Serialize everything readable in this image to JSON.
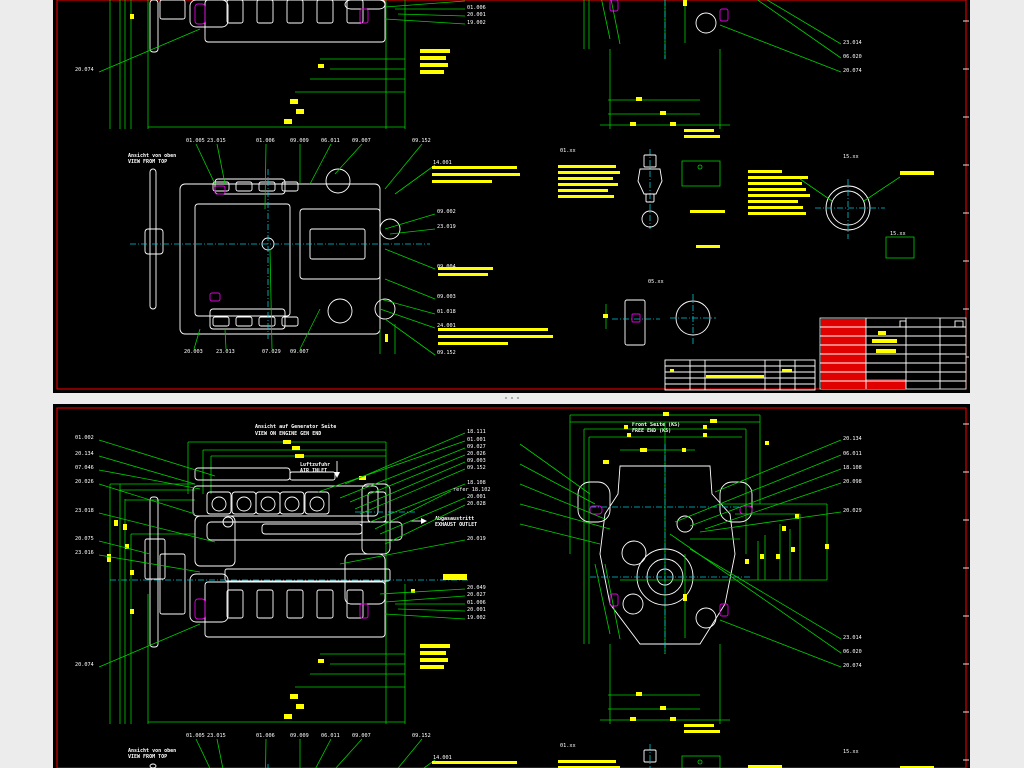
{
  "drawing": {
    "titles": {
      "side_view_de": "Ansicht auf Generator Seite",
      "side_view_en": "VIEW ON ENGINE GEN END",
      "front_view_de": "Front Seite (KS)",
      "front_view_en": "FREE END (KS)",
      "air_inlet_de": "Luftzufuhr",
      "air_inlet_en": "AIR INLET",
      "exhaust_de": "Abgasaustritt",
      "exhaust_en": "EXHAUST OUTLET",
      "top_view_de": "Ansicht von oben",
      "top_view_en": "VIEW FROM TOP"
    },
    "side_left_labels": [
      "01.002",
      "20.134",
      "07.046",
      "20.026",
      "23.018",
      "20.075",
      "23.016",
      "20.074"
    ],
    "side_right_labels": [
      "18.111",
      "01.001",
      "09.027",
      "20.026",
      "09.003",
      "09.152",
      "18.108",
      "refer 18.102",
      "20.001",
      "20.028",
      "20.019",
      "20.049",
      "20.027",
      "01.006",
      "20.001",
      "19.002"
    ],
    "front_right_labels": [
      "20.134",
      "06.011",
      "18.108",
      "20.098",
      "20.029",
      "23.014",
      "06.020",
      "20.074"
    ],
    "plan_top_labels": [
      "01.005",
      "23.015",
      "01.006",
      "09.009",
      "06.011",
      "09.007",
      "09.152"
    ],
    "plan_right_labels": [
      "14.001",
      "09.002",
      "23.019",
      "09.004",
      "09.003",
      "01.018",
      "24.001",
      "09.152"
    ],
    "plan_bottom_labels": [
      "20.003",
      "23.013",
      "07.029",
      "09.007"
    ],
    "detail_labels": [
      "01.xx",
      "05.xx",
      "15.xx",
      "15.xx"
    ]
  },
  "colors": {
    "background": "#000000",
    "frame": "#ff0000",
    "dimension": "#00d000",
    "outline": "#ffffff",
    "centerline": "#00c8d8",
    "note": "#ffff00",
    "page": "#ececec"
  }
}
